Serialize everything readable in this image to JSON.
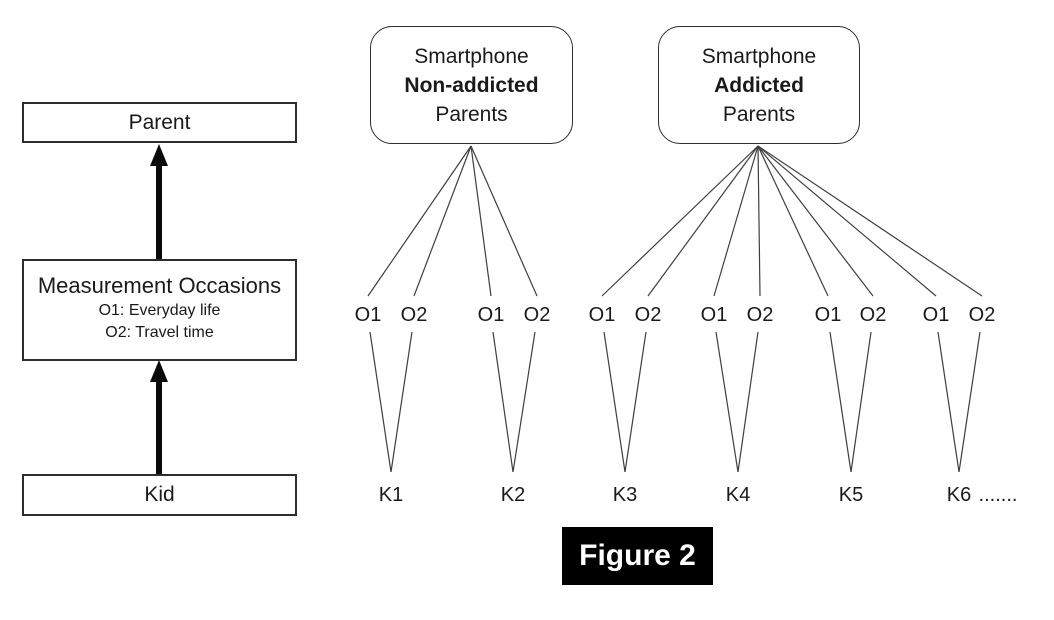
{
  "figure_label": "Figure 2",
  "hierarchy": {
    "parent_label": "Parent",
    "occasions_title": "Measurement Occasions",
    "occasion_definitions": [
      "O1: Everyday life",
      "O2: Travel time"
    ],
    "kid_label": "Kid"
  },
  "groups": [
    {
      "line1": "Smartphone",
      "line2": "Non-addicted",
      "line3": "Parents"
    },
    {
      "line1": "Smartphone",
      "line2": "Addicted",
      "line3": "Parents"
    }
  ],
  "occasion_pairs": [
    {
      "o1": "O1",
      "o2": "O2"
    },
    {
      "o1": "O1",
      "o2": "O2"
    },
    {
      "o1": "O1",
      "o2": "O2"
    },
    {
      "o1": "O1",
      "o2": "O2"
    },
    {
      "o1": "O1",
      "o2": "O2"
    },
    {
      "o1": "O1",
      "o2": "O2"
    }
  ],
  "kids": [
    "K1",
    "K2",
    "K3",
    "K4",
    "K5",
    "K6"
  ],
  "kids_ellipsis": "......."
}
